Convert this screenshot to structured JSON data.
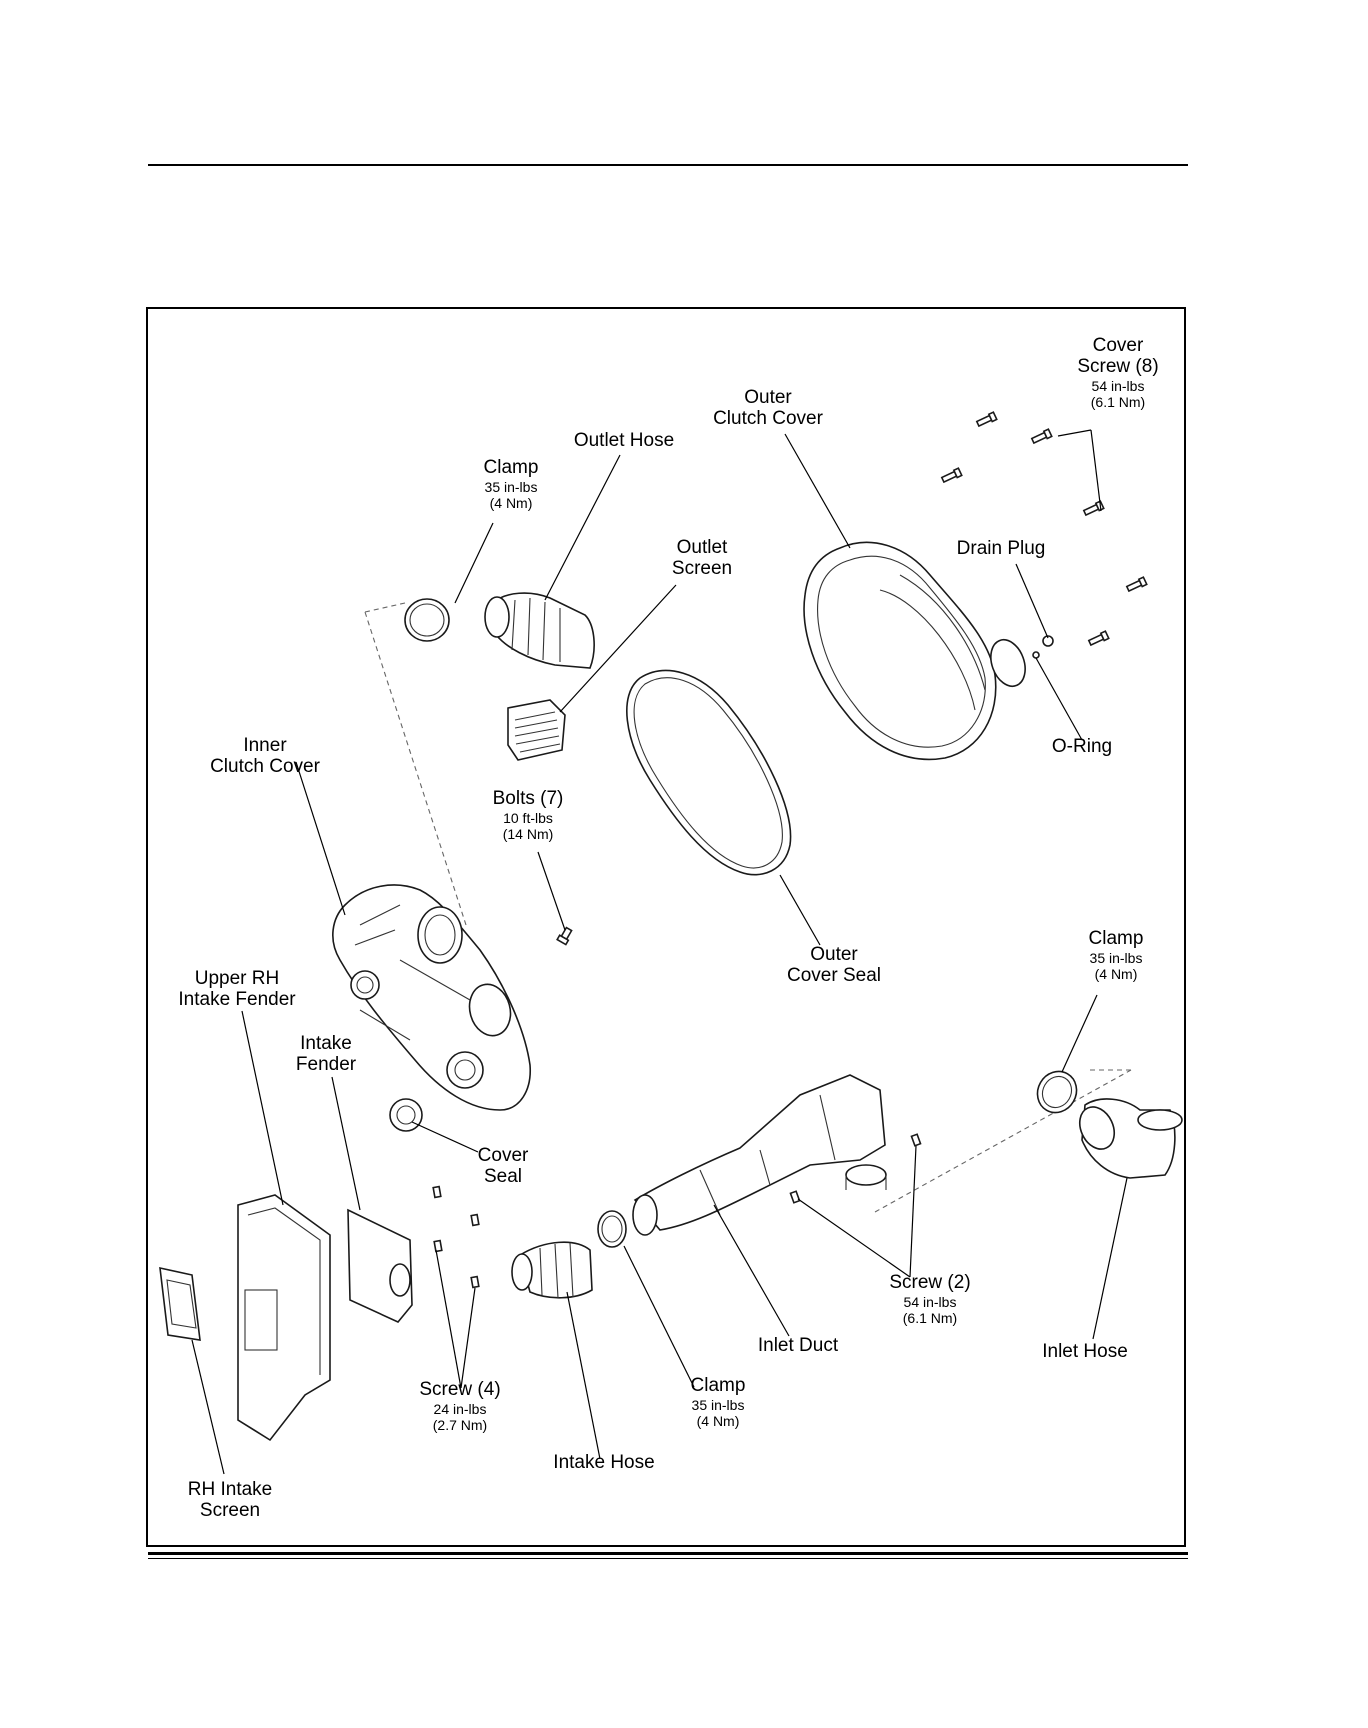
{
  "labels": {
    "cover_screw": {
      "name_l1": "Cover",
      "name_l2": "Screw (8)",
      "torque_l1": "54 in-lbs",
      "torque_l2": "(6.1 Nm)"
    },
    "outer_clutch_cover": {
      "name_l1": "Outer",
      "name_l2": "Clutch Cover"
    },
    "outlet_hose": {
      "name_l1": "Outlet Hose"
    },
    "clamp_top": {
      "name_l1": "Clamp",
      "torque_l1": "35 in-lbs",
      "torque_l2": "(4 Nm)"
    },
    "outlet_screen": {
      "name_l1": "Outlet",
      "name_l2": "Screen"
    },
    "drain_plug": {
      "name_l1": "Drain Plug"
    },
    "o_ring": {
      "name_l1": "O-Ring"
    },
    "inner_clutch_cover": {
      "name_l1": "Inner",
      "name_l2": "Clutch Cover"
    },
    "bolts": {
      "name_l1": "Bolts (7)",
      "torque_l1": "10 ft-lbs",
      "torque_l2": "(14 Nm)"
    },
    "outer_cover_seal": {
      "name_l1": "Outer",
      "name_l2": "Cover Seal"
    },
    "clamp_right": {
      "name_l1": "Clamp",
      "torque_l1": "35 in-lbs",
      "torque_l2": "(4 Nm)"
    },
    "upper_rh_intake_fender": {
      "name_l1": "Upper RH",
      "name_l2": "Intake Fender"
    },
    "intake_fender": {
      "name_l1": "Intake",
      "name_l2": "Fender"
    },
    "cover_seal": {
      "name_l1": "Cover",
      "name_l2": "Seal"
    },
    "screw_2": {
      "name_l1": "Screw (2)",
      "torque_l1": "54 in-lbs",
      "torque_l2": "(6.1 Nm)"
    },
    "inlet_duct": {
      "name_l1": "Inlet Duct"
    },
    "inlet_hose": {
      "name_l1": "Inlet Hose"
    },
    "screw_4": {
      "name_l1": "Screw (4)",
      "torque_l1": "24 in-lbs",
      "torque_l2": "(2.7 Nm)"
    },
    "clamp_bottom": {
      "name_l1": "Clamp",
      "torque_l1": "35 in-lbs",
      "torque_l2": "(4 Nm)"
    },
    "intake_hose": {
      "name_l1": "Intake Hose"
    },
    "rh_intake_screen": {
      "name_l1": "RH Intake",
      "name_l2": "Screen"
    }
  }
}
